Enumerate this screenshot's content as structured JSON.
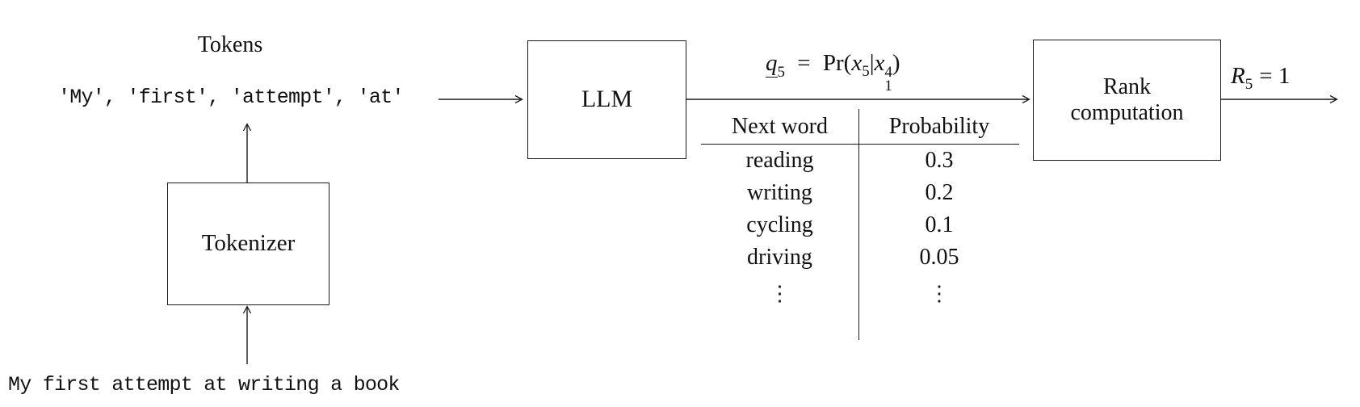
{
  "figure": {
    "tokens_label": "Tokens",
    "token_list": "'My', 'first', 'attempt', 'at'",
    "input_sentence": "My first attempt at writing a book",
    "boxes": {
      "llm": "LLM",
      "tokenizer": "Tokenizer",
      "rank_line1": "Rank",
      "rank_line2": "computation"
    },
    "q_formula": {
      "q": "q",
      "q_sub": "5",
      "equals": "=",
      "pr_open": "Pr(",
      "x_a": "x",
      "x_a_sub": "5",
      "bar": "|",
      "x_b": "x",
      "x_b_sup": "4",
      "x_b_sub": "1",
      "close_paren": ")"
    },
    "rank_output": {
      "r": "R",
      "r_sub": "5",
      "rest": "= 1"
    }
  },
  "table": {
    "headers": [
      "Next word",
      "Probability"
    ],
    "rows": [
      [
        "reading",
        "0.3"
      ],
      [
        "writing",
        "0.2"
      ],
      [
        "cycling",
        "0.1"
      ],
      [
        "driving",
        "0.05"
      ]
    ],
    "ellipsis": "⋮"
  },
  "colors": {
    "ink": "#111111",
    "line": "#1a1a1a",
    "background": "#ffffff"
  }
}
